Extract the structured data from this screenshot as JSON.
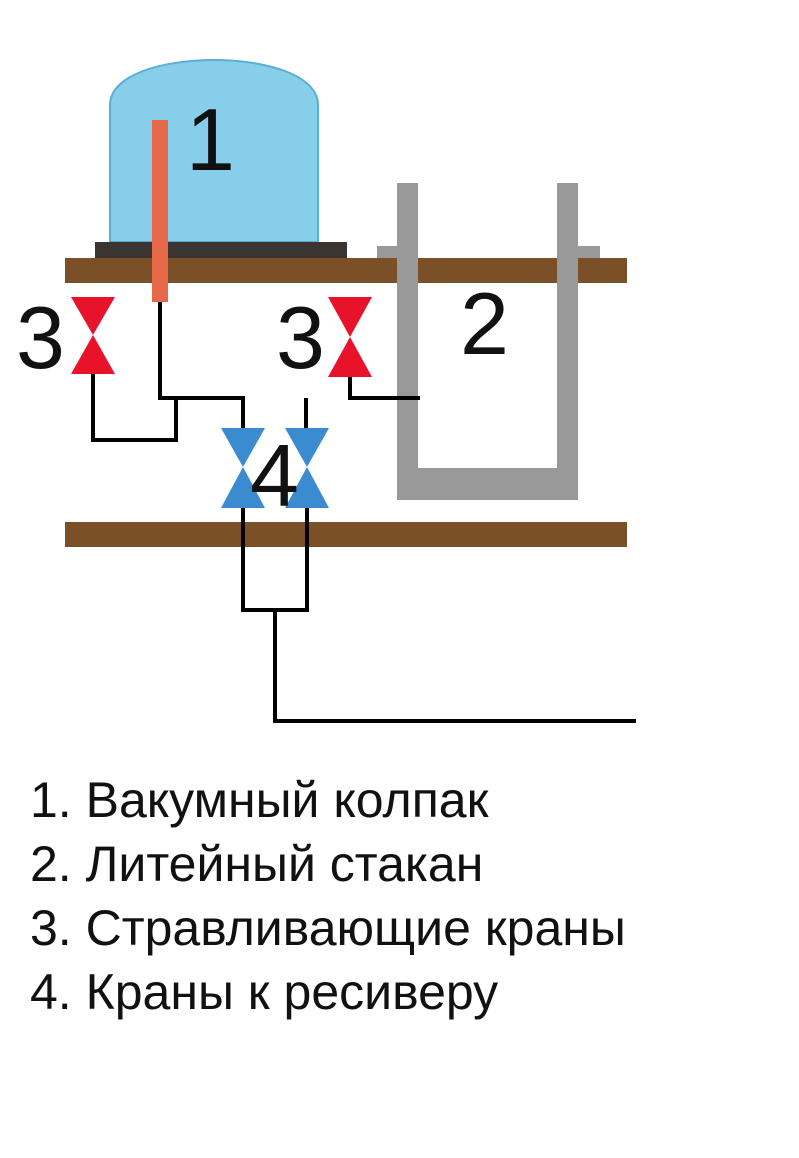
{
  "labels": {
    "bell": "1",
    "cup": "2",
    "valve_left": "3",
    "valve_right": "3",
    "receiver_valves": "4"
  },
  "legend": [
    "1. Вакумный колпак",
    "2. Литейный стакан",
    "3. Стравливающие краны",
    "4. Краны к ресиверу"
  ],
  "colors": {
    "bell": "#87ceeb",
    "plate": "#7b4f27",
    "gasket": "#3a3530",
    "tube": "#e8684a",
    "cup": "#999999",
    "bleed_valve": "#e8132b",
    "receiver_valve": "#3b8bd1",
    "pipe": "#000000"
  }
}
